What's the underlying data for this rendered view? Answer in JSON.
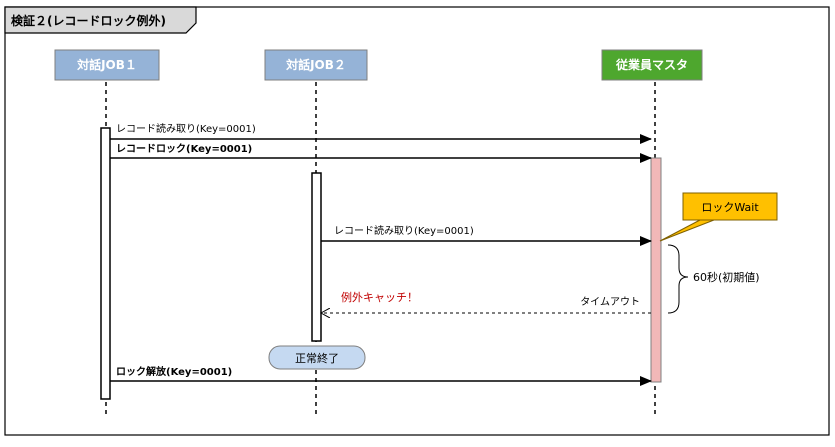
{
  "frame": {
    "title": "検証２(レコードロック例外)"
  },
  "participants": [
    {
      "id": "job1",
      "label": "対話JOB１",
      "fill": "#95b3d7",
      "text_color": "#ffffff"
    },
    {
      "id": "job2",
      "label": "対話JOB２",
      "fill": "#95b3d7",
      "text_color": "#ffffff"
    },
    {
      "id": "master",
      "label": "従業員マスタ",
      "fill": "#4ea72e",
      "text_color": "#ffffff"
    }
  ],
  "messages": [
    {
      "id": "m1",
      "label": "レコード読み取り(Key=0001)",
      "bold": false
    },
    {
      "id": "m2",
      "label": "レコードロック(Key=0001)",
      "bold": true
    },
    {
      "id": "m3",
      "label": "レコード読み取り(Key=0001)",
      "bold": false
    },
    {
      "id": "m4",
      "label": "タイムアウト",
      "bold": false
    },
    {
      "id": "m5",
      "label": "ロック解放(Key=0001)",
      "bold": true
    }
  ],
  "notes": {
    "lock_wait": "ロックWait",
    "exception_catch": "例外キャッチ！",
    "duration": "60秒(初期値)",
    "normal_end": "正常終了"
  },
  "colors": {
    "lock_box": "#ffc000",
    "lock_activation": "#f2b8b8",
    "exception_text": "#c00000",
    "end_state": "#c5d9f1"
  }
}
